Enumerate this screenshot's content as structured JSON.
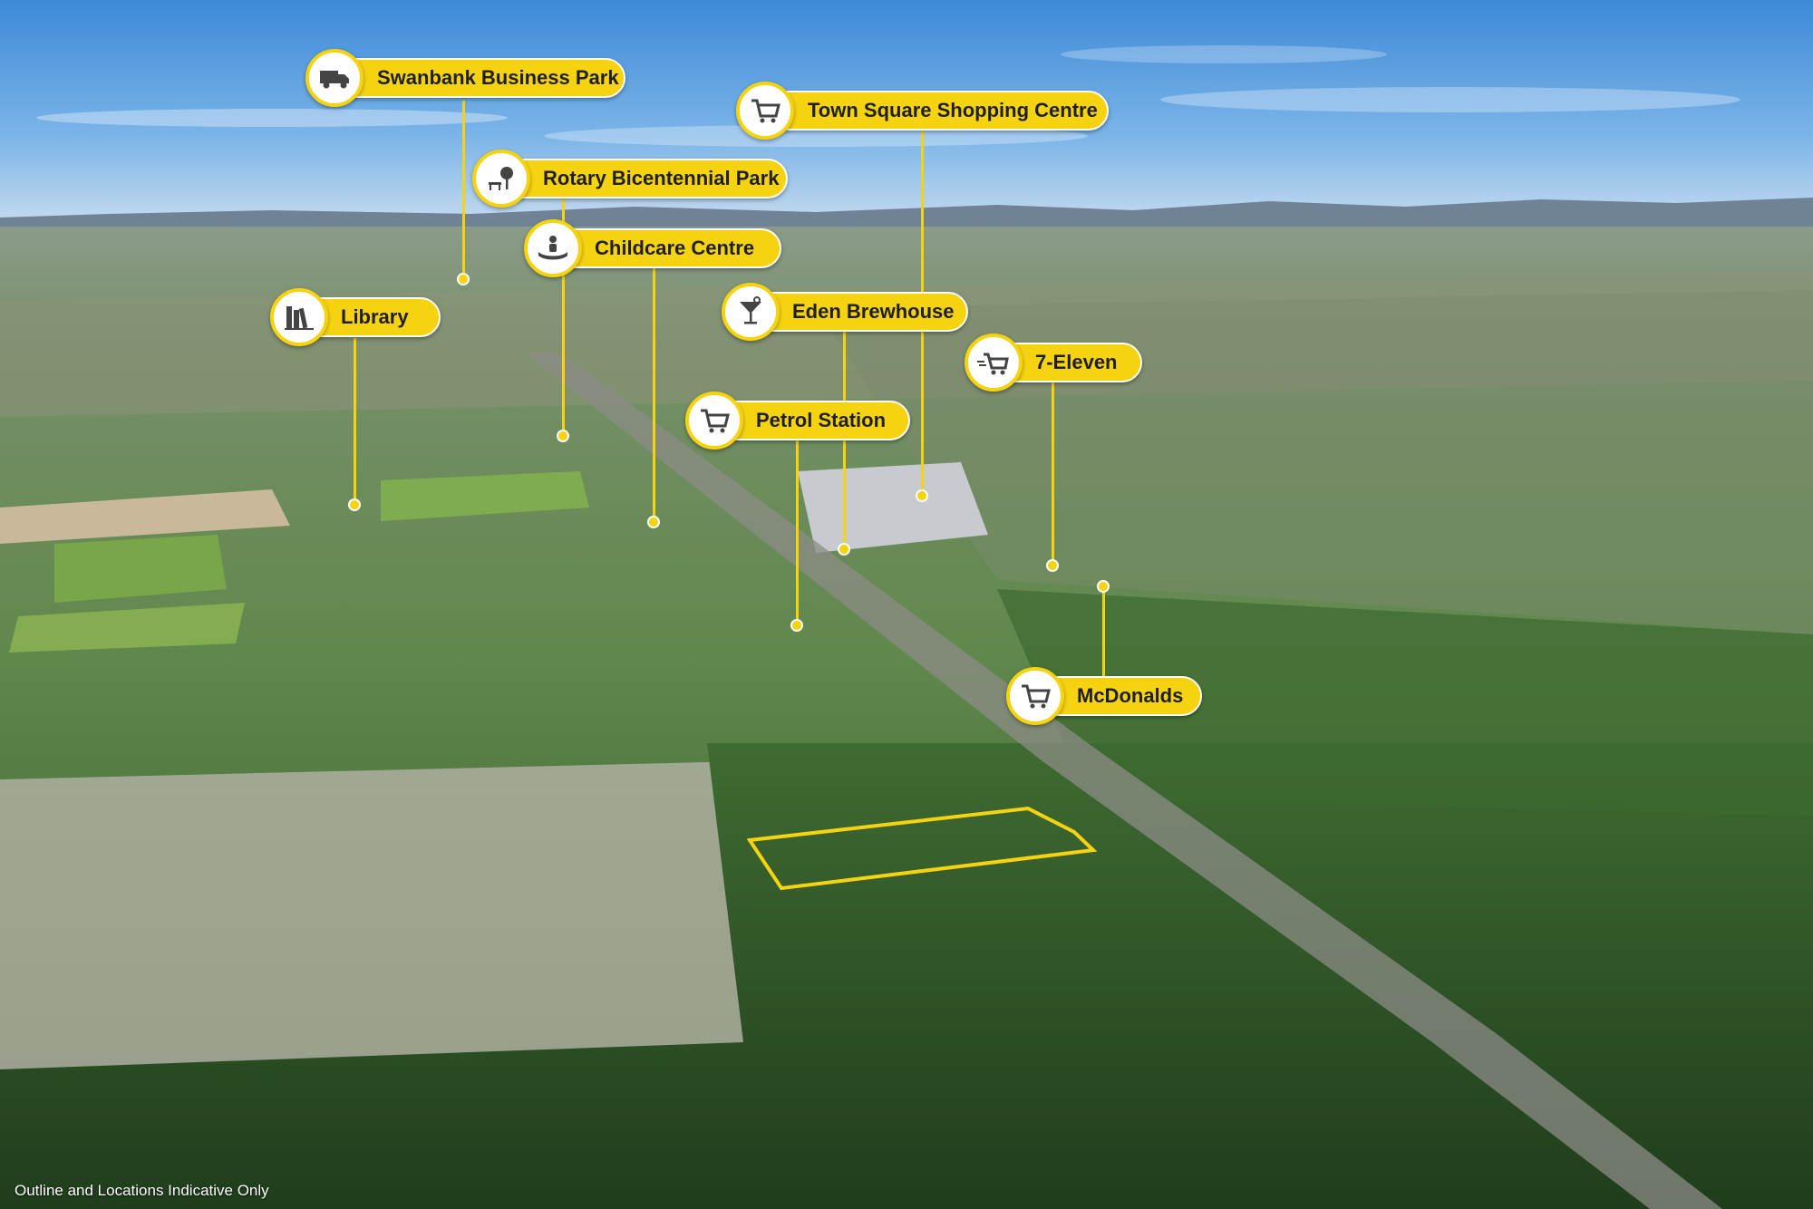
{
  "labels": {
    "swanbank": {
      "text": "Swanbank Business Park",
      "icon": "truck-icon"
    },
    "town_square": {
      "text": "Town Square Shopping Centre",
      "icon": "shopping-cart-icon"
    },
    "rotary": {
      "text": "Rotary Bicentennial Park",
      "icon": "park-bench-tree-icon"
    },
    "childcare": {
      "text": "Childcare Centre",
      "icon": "hand-child-icon"
    },
    "library": {
      "text": "Library",
      "icon": "books-icon"
    },
    "eden": {
      "text": "Eden Brewhouse",
      "icon": "cocktail-glass-icon"
    },
    "seven_eleven": {
      "text": "7-Eleven",
      "icon": "fast-cart-icon"
    },
    "petrol": {
      "text": "Petrol Station",
      "icon": "shopping-cart-icon"
    },
    "mcdonalds": {
      "text": "McDonalds",
      "icon": "shopping-cart-icon"
    }
  },
  "caption": "Outline and Locations Indicative Only",
  "colors": {
    "label_fill": "#f6d311",
    "label_border": "#ffffff",
    "label_text": "#1f1f1f",
    "outline": "#f6d311"
  }
}
